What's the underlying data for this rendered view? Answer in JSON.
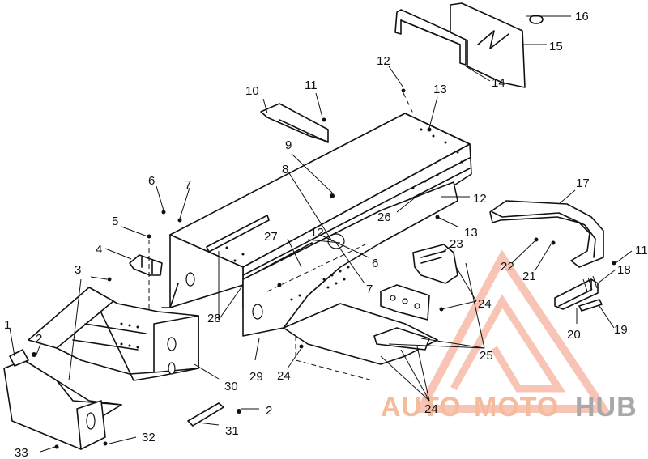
{
  "callouts": {
    "c1": "1",
    "c2a": "2",
    "c2b": "2",
    "c3": "3",
    "c4": "4",
    "c5": "5",
    "c6a": "6",
    "c6b": "6",
    "c7a": "7",
    "c7b": "7",
    "c8": "8",
    "c9": "9",
    "c10": "10",
    "c11a": "11",
    "c11b": "11",
    "c12a": "12",
    "c12b": "12",
    "c12c": "12",
    "c13a": "13",
    "c13b": "13",
    "c14": "14",
    "c15": "15",
    "c16": "16",
    "c17": "17",
    "c18": "18",
    "c19": "19",
    "c20": "20",
    "c21": "21",
    "c22": "22",
    "c23": "23",
    "c24a": "24",
    "c24b": "24",
    "c24c": "24",
    "c25": "25",
    "c26": "26",
    "c27": "27",
    "c28": "28",
    "c29": "29",
    "c30": "30",
    "c31": "31",
    "c32": "32",
    "c33": "33"
  },
  "watermark": {
    "word_auto": "AUTO",
    "word_moto": "MOTO",
    "word_hub": "HUB",
    "accent_color": "#f08060",
    "secondary_color": "#9a9a9a"
  }
}
